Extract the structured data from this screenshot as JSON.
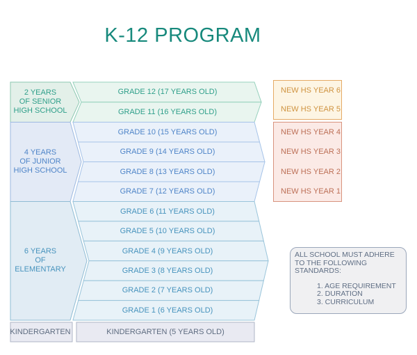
{
  "title": "K-12 PROGRAM",
  "colors": {
    "title_teal": "#17897c",
    "senior_accent": "#2f9f8a",
    "junior_accent": "#4f85c8",
    "elementary_accent": "#4793bd",
    "kindergarten_accent": "#5e6c80",
    "hs_upper_accent": "#cf9340",
    "hs_lower_accent": "#bc6f56"
  },
  "ladder": {
    "sections": [
      {
        "id": "senior-high",
        "label": "2 YEARS\nOF SENIOR\nHIGH SCHOOL",
        "rows": [
          "GRADE 12 (17 YEARS OLD)",
          "GRADE 11 (16 YEARS OLD)"
        ]
      },
      {
        "id": "junior-high",
        "label": "4 YEARS\nOF JUNIOR\nHIGH SCHOOL",
        "rows": [
          "GRADE 10 (15 YEARS OLD)",
          "GRADE 9 (14 YEARS OLD)",
          "GRADE 8 (13 YEARS OLD)",
          "GRADE 7 (12 YEARS OLD)"
        ]
      },
      {
        "id": "elementary",
        "label": "6 YEARS\nOF\nELEMENTARY",
        "rows": [
          "GRADE 6 (11 YEARS OLD)",
          "GRADE 5 (10 YEARS OLD)",
          "GRADE 4 (9 YEARS OLD)",
          "GRADE 3 (8 YEARS OLD)",
          "GRADE 2 (7 YEARS OLD)",
          "GRADE 1 (6 YEARS OLD)"
        ]
      },
      {
        "id": "kindergarten",
        "label": "KINDERGARTEN",
        "rows": [
          "KINDERGARTEN (5 YEARS OLD)"
        ]
      }
    ]
  },
  "side_panels": {
    "hs_upper": {
      "items": [
        "NEW HS YEAR 6",
        "NEW HS YEAR 5"
      ]
    },
    "hs_lower": {
      "items": [
        "NEW HS YEAR 4",
        "NEW HS YEAR 3",
        "NEW HS YEAR 2",
        "NEW HS YEAR 1"
      ]
    },
    "standards": {
      "intro": "ALL SCHOOL MUST ADHERE TO THE FOLLOWING STANDARDS:",
      "items": [
        "1. AGE REQUIREMENT",
        "2. DURATION",
        "3. CURRICULUM"
      ]
    }
  }
}
